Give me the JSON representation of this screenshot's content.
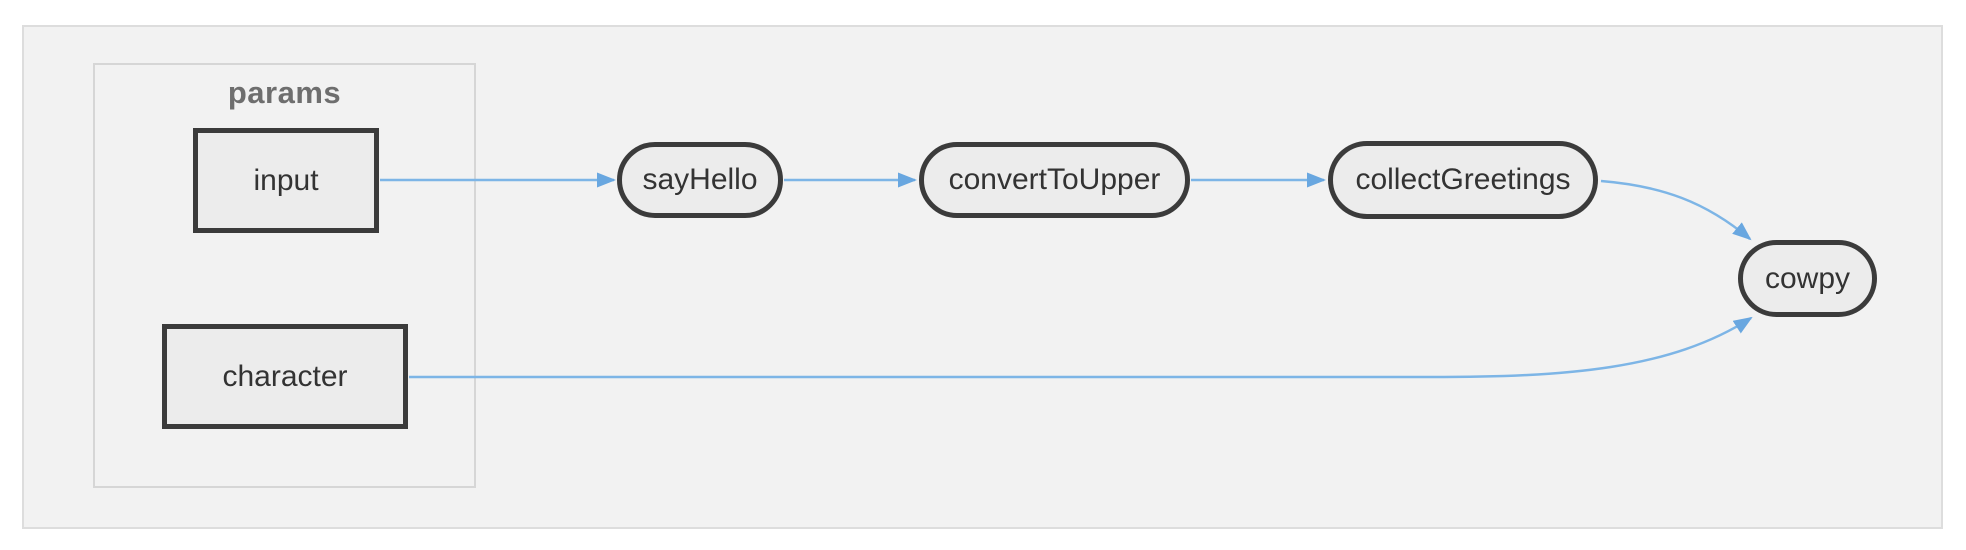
{
  "diagram": {
    "type": "flowchart",
    "direction": "left-to-right",
    "group": {
      "id": "params",
      "label": "params"
    },
    "nodes": {
      "input": {
        "label": "input",
        "shape": "rect",
        "group": "params"
      },
      "character": {
        "label": "character",
        "shape": "rect",
        "group": "params"
      },
      "sayHello": {
        "label": "sayHello",
        "shape": "pill"
      },
      "convertToUpper": {
        "label": "convertToUpper",
        "shape": "pill"
      },
      "collectGreetings": {
        "label": "collectGreetings",
        "shape": "pill"
      },
      "cowpy": {
        "label": "cowpy",
        "shape": "pill"
      }
    },
    "edges": [
      {
        "from": "input",
        "to": "sayHello"
      },
      {
        "from": "sayHello",
        "to": "convertToUpper"
      },
      {
        "from": "convertToUpper",
        "to": "collectGreetings"
      },
      {
        "from": "collectGreetings",
        "to": "cowpy"
      },
      {
        "from": "character",
        "to": "cowpy"
      }
    ],
    "colors": {
      "page_bg": "#ffffff",
      "canvas_bg": "#f2f2f2",
      "canvas_border": "#dddddd",
      "group_border": "#d6d6d6",
      "group_label": "#6e6e6e",
      "node_fill": "#ececec",
      "node_border": "#3b3b3b",
      "node_text": "#333333",
      "edge_stroke": "#7db5e6",
      "arrowhead_fill": "#69a7e0"
    }
  }
}
